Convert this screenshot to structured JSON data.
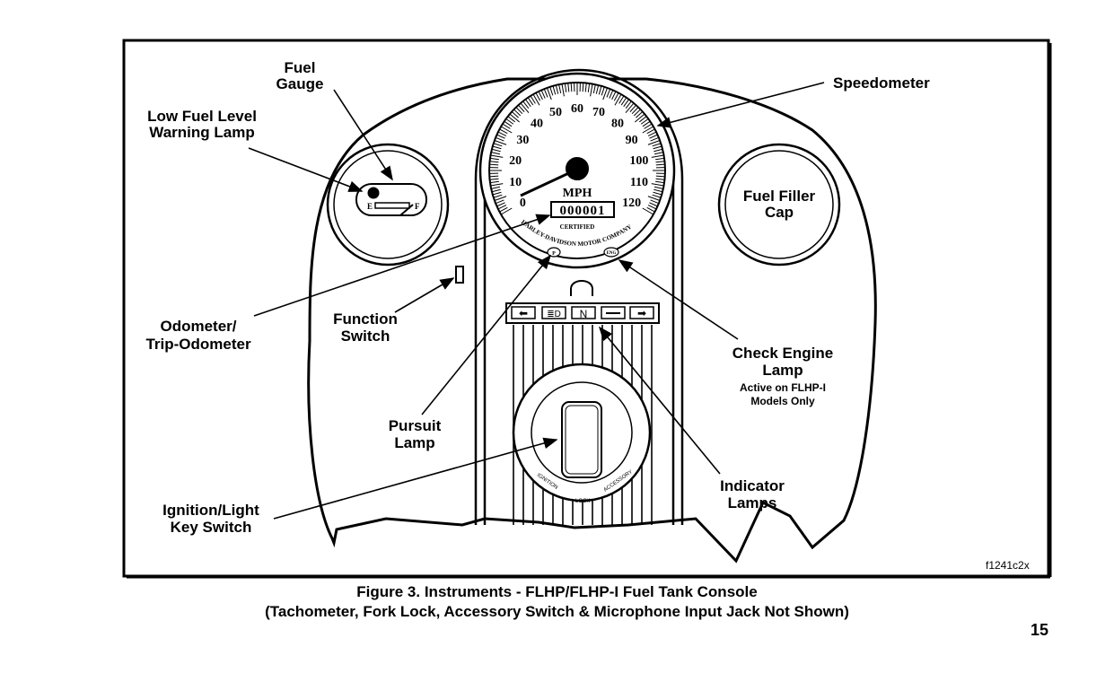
{
  "figure": {
    "labels": {
      "fuel_gauge": [
        "Fuel",
        "Gauge"
      ],
      "low_fuel": [
        "Low Fuel Level",
        "Warning Lamp"
      ],
      "speedometer": "Speedometer",
      "fuel_filler_cap": [
        "Fuel Filler",
        "Cap"
      ],
      "odometer": [
        "Odometer/",
        "Trip-Odometer"
      ],
      "function_switch": [
        "Function",
        "Switch"
      ],
      "pursuit_lamp": [
        "Pursuit",
        "Lamp"
      ],
      "check_engine": [
        "Check Engine",
        "Lamp"
      ],
      "check_engine_note": [
        "Active on FLHP-I",
        "Models Only"
      ],
      "indicator_lamps": [
        "Indicator",
        "Lamps"
      ],
      "ignition": [
        "Ignition/Light",
        "Key Switch"
      ]
    },
    "speedometer": {
      "scale": [
        "0",
        "10",
        "20",
        "30",
        "40",
        "50",
        "60",
        "70",
        "80",
        "90",
        "100",
        "110",
        "120"
      ],
      "unit": "MPH",
      "odometer_reading": "000001",
      "certified": "CERTIFIED",
      "maker": "HARLEY-DAVIDSON MOTOR COMPANY",
      "pursuit_lamp_text": "P",
      "engine_lamp_text": "ENG"
    },
    "fuel_gauge": {
      "empty": "E",
      "full": "F"
    },
    "indicator_bar": {
      "neutral": "N"
    },
    "ignition_switch": {
      "positions": [
        "IGNITION",
        "LOCK",
        "ACCESSORY"
      ]
    },
    "figure_id": "f1241c2x"
  },
  "caption": {
    "line1": "Figure 3. Instruments - FLHP/FLHP-I Fuel Tank Console",
    "line2": "(Tachometer, Fork Lock, Accessory Switch & Microphone Input Jack Not Shown)"
  },
  "page_number": "15"
}
